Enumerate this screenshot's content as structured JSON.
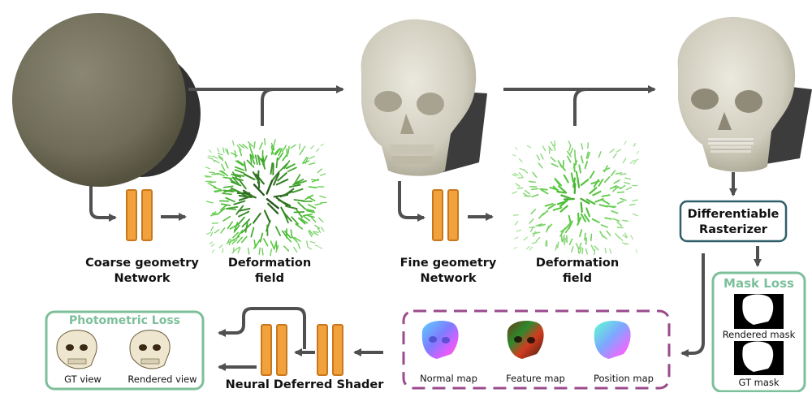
{
  "labels": {
    "coarse_network": [
      "Coarse geometry",
      "Network"
    ],
    "deformation_field_1": [
      "Deformation",
      "field"
    ],
    "fine_network": [
      "Fine geometry",
      "Network"
    ],
    "deformation_field_2": [
      "Deformation",
      "field"
    ],
    "rasterizer": [
      "Differentiable",
      "Rasterizer"
    ],
    "shader": "Neural Deferred Shader"
  },
  "mask_loss": {
    "title": "Mask Loss",
    "rendered_mask": "Rendered mask",
    "gt_mask": "GT mask"
  },
  "photometric_loss": {
    "title": "Photometric Loss",
    "gt_view": "GT view",
    "rendered_view": "Rendered view"
  },
  "gbuffer": {
    "normal_map": "Normal map",
    "feature_map": "Feature map",
    "position_map": "Position map"
  },
  "colors": {
    "arrow": "#505050",
    "network_fill": "#f2a23c",
    "network_stroke": "#c9771c",
    "loss_green": "#7dbf9a",
    "gbuffer_purple": "#9b4a8c",
    "rasterizer_border": "#2f5f6b",
    "sphere": "#75725f",
    "skull": "#d6d3c6",
    "field_green": "#3b9b3b"
  }
}
